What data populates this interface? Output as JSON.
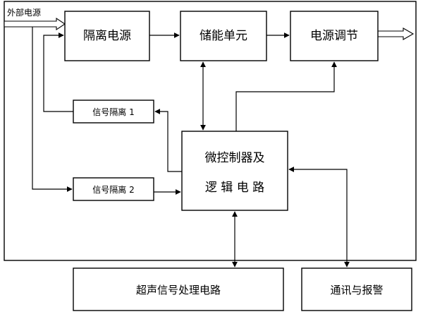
{
  "labels": {
    "external_power": "外部电源",
    "isolated_power": "隔离电源",
    "energy_storage": "储能单元",
    "power_regulation": "电源调节",
    "signal_isolation_1": "信号隔离 1",
    "signal_isolation_2": "信号隔离 2",
    "mcu_line1": "微控制器及",
    "mcu_line2": "逻 辑 电 路",
    "ultrasonic": "超声信号处理电路",
    "comm_alarm": "通讯与报警"
  }
}
